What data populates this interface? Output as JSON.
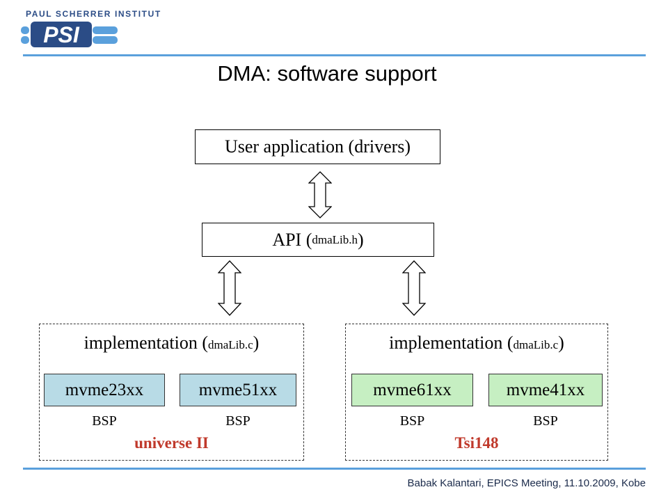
{
  "header": {
    "institute": "PAUL SCHERRER INSTITUT",
    "logo_letters": "PSI",
    "logo_icon": "psi-logo-icon",
    "colors": {
      "logo_navy": "#2b4c86",
      "logo_blue": "#5aa0dc",
      "rule": "#5aa0dc"
    }
  },
  "slide": {
    "title": "DMA: software support"
  },
  "diagram": {
    "user_app": "User application (drivers)",
    "api": {
      "main": "API (",
      "file": "dmaLib.h",
      "close": ")"
    },
    "arrow_icon": "double-headed-arrow-icon",
    "groups": [
      {
        "impl": {
          "main": "implementation (",
          "file": "dmaLib.c",
          "close": ")"
        },
        "boards": [
          {
            "name": "mvme23xx",
            "tag": "BSP"
          },
          {
            "name": "mvme51xx",
            "tag": "BSP"
          }
        ],
        "chip": "universe II",
        "board_color": "#b8dbe6"
      },
      {
        "impl": {
          "main": "implementation (",
          "file": "dmaLib.c",
          "close": ")"
        },
        "boards": [
          {
            "name": "mvme61xx",
            "tag": "BSP"
          },
          {
            "name": "mvme41xx",
            "tag": "BSP"
          }
        ],
        "chip": "Tsi148",
        "board_color": "#c6efc2"
      }
    ],
    "chip_color": "#c0392b"
  },
  "footer": {
    "text": "Babak Kalantari, EPICS Meeting, 11.10.2009, Kobe"
  }
}
